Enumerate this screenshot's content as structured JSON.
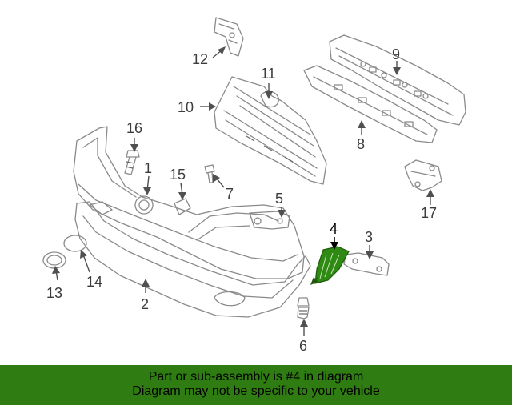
{
  "callouts": {
    "c1": "1",
    "c2": "2",
    "c3": "3",
    "c4": "4",
    "c5": "5",
    "c6": "6",
    "c7": "7",
    "c8": "8",
    "c9": "9",
    "c10": "10",
    "c11": "11",
    "c12": "12",
    "c13": "13",
    "c14": "14",
    "c15": "15",
    "c16": "16",
    "c17": "17"
  },
  "highlight": {
    "part": "4",
    "color": "#2f8a14"
  },
  "banner": {
    "line1": "Part or sub-assembly is #4 in diagram",
    "line2": "Diagram may not be specific to your vehicle",
    "color": "#2f7d12"
  }
}
